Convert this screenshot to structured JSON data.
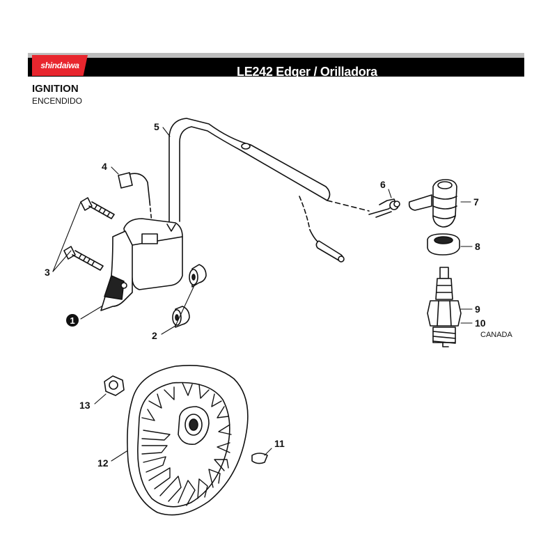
{
  "header": {
    "brand": "shindaiwa",
    "title": "LE242 Edger / Orilladora"
  },
  "section": {
    "title": "IGNITION",
    "subtitle": "ENCENDIDO"
  },
  "callouts": [
    {
      "id": "1",
      "part": "ignition-coil"
    },
    {
      "id": "2",
      "part": "spacer"
    },
    {
      "id": "3",
      "part": "bolt"
    },
    {
      "id": "4",
      "part": "ground-terminal"
    },
    {
      "id": "5",
      "part": "high-tension-cord"
    },
    {
      "id": "6",
      "part": "spring-clip"
    },
    {
      "id": "7",
      "part": "plug-boot"
    },
    {
      "id": "8",
      "part": "boot-seal"
    },
    {
      "id": "9",
      "part": "spark-plug"
    },
    {
      "id": "10",
      "part": "spark-plug-canada",
      "note": "CANADA"
    },
    {
      "id": "11",
      "part": "woodruff-key"
    },
    {
      "id": "12",
      "part": "flywheel"
    },
    {
      "id": "13",
      "part": "flywheel-nut"
    }
  ],
  "colors": {
    "brand_red": "#e8262e",
    "bar": "#000000",
    "bar_shadow": "#bdbdbd"
  }
}
